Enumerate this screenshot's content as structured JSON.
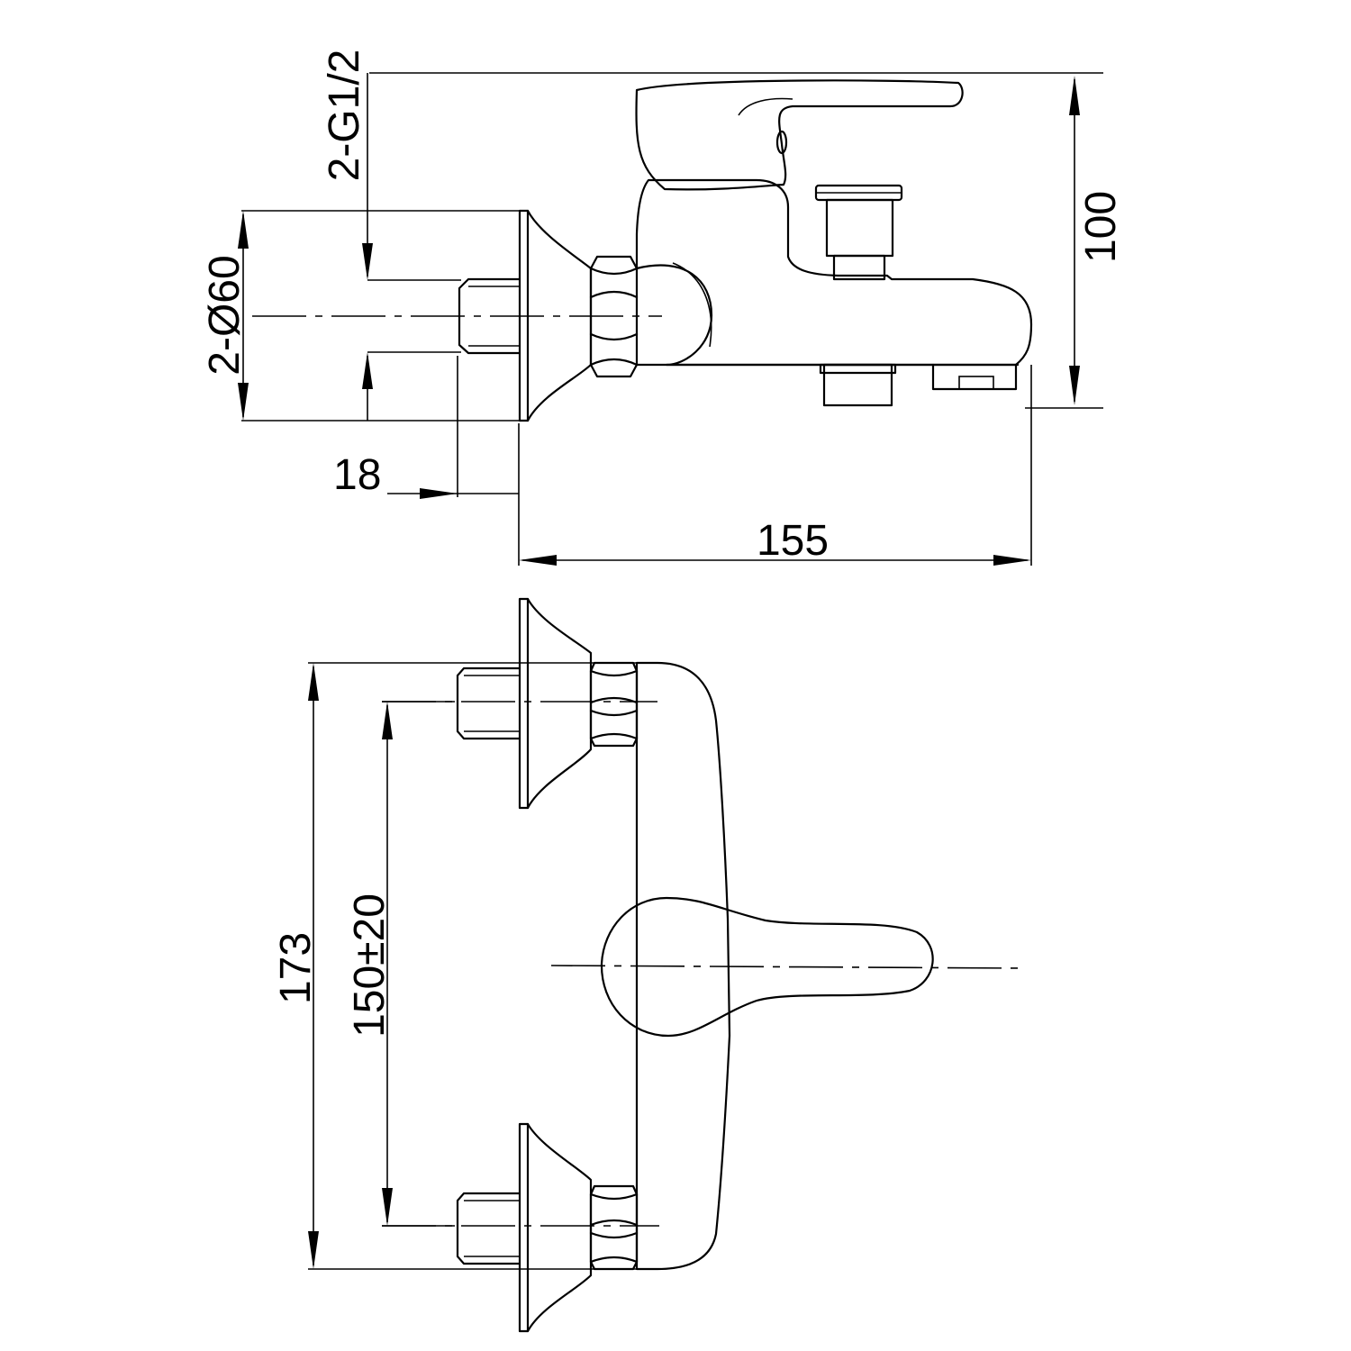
{
  "diagram": {
    "top_view": {
      "dim_inlet_thread": "2-G1/2",
      "dim_flange_diameter": "2-Ø60",
      "dim_flange_offset": "18",
      "dim_total_length": "155",
      "dim_total_height": "100"
    },
    "front_view": {
      "dim_overall_width": "173",
      "dim_inlet_spacing": "150±20"
    }
  }
}
